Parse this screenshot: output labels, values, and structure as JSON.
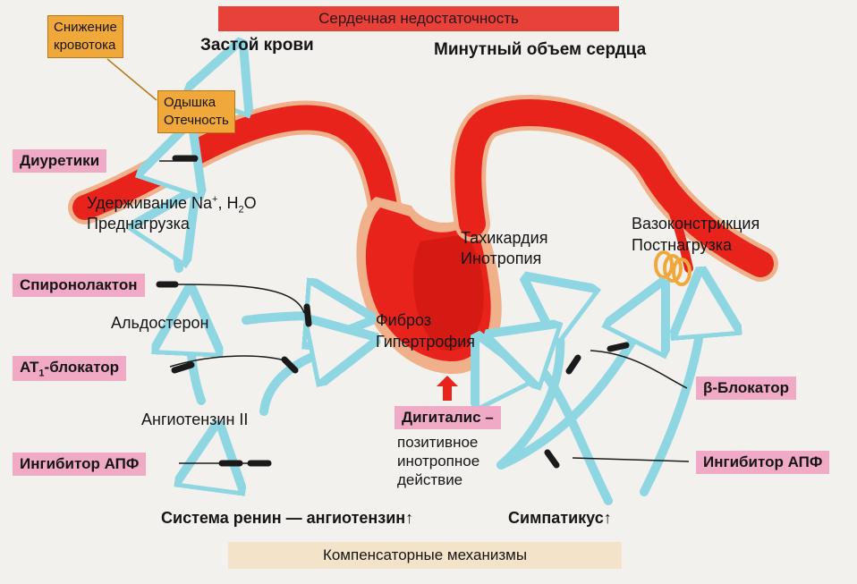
{
  "title": "Сердечная недостаточность",
  "footer": "Компенсаторные механизмы",
  "top_labels": {
    "congestion": "Застой крови",
    "cardiac_output": "Минутный объем сердца"
  },
  "symptom_box": {
    "reduced_flow": [
      "Снижение",
      "кровотока"
    ],
    "dyspnea": [
      "Одышка",
      "Отечность"
    ]
  },
  "left_labels": {
    "retention": "Удерживание Na",
    "retention_charge": "+",
    "retention_water": ", H",
    "retention_water_sub": "2",
    "retention_water_end": "O",
    "preload": "Преднагрузка",
    "aldosterone": "Альдостерон",
    "angiotensin": "Ангиотензин II"
  },
  "center_labels": {
    "fibrosis": "Фиброз",
    "hypertrophy": "Гипертрофия",
    "tachycardia": "Тахикардия",
    "inotropy": "Инотропия",
    "digitalis": "Дигиталис –",
    "digitalis_note": [
      "позитивное",
      "инотропное",
      "действие"
    ]
  },
  "right_labels": {
    "vasoconstriction": "Вазоконстрикция",
    "afterload": "Постнагрузка"
  },
  "drugs": {
    "diuretics": "Диуретики",
    "spironolactone": "Спиронолактон",
    "at1_blocker_prefix": "AT",
    "at1_blocker_sub": "1",
    "at1_blocker_suffix": "-блокатор",
    "ace_inhibitor_left": "Ингибитор АПФ",
    "beta_blocker": "β-Блокатор",
    "ace_inhibitor_right": "Ингибитор АПФ"
  },
  "bottom_labels": {
    "raas": "Система ренин — ангиотензин",
    "sympathetic": "Симпатикус",
    "arrow_up": "↑"
  },
  "colors": {
    "banner": "#e8413a",
    "heart": "#e8231c",
    "heart_dark": "#c8140f",
    "vessel_edge": "#f0b08a",
    "drug_box": "#f1aac6",
    "symptom_box": "#f0a83a",
    "arrow_outline": "#8fd6e3",
    "inhibition_bar": "#1a1a1a",
    "footer": "#f3e3c9"
  }
}
